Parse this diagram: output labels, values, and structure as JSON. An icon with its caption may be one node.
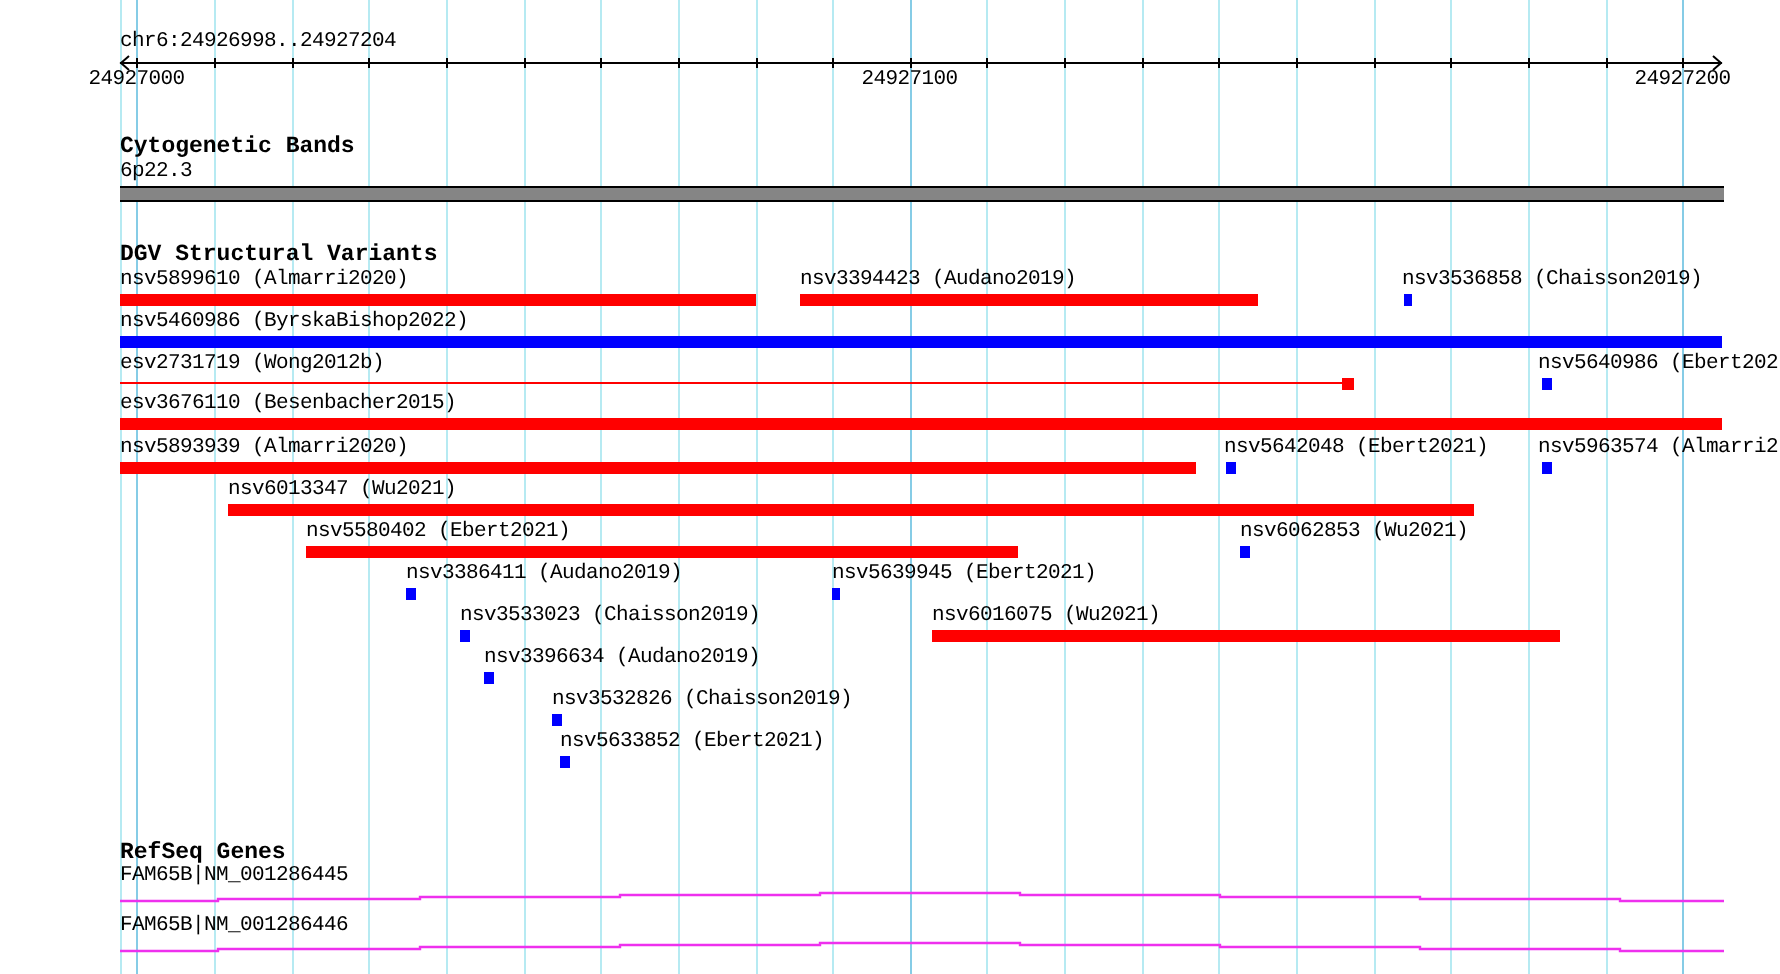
{
  "diagram": {
    "nodes": [
      {
        "text": [
          "6p22.3"
        ]
      },
      {
        "text": [
          "nsv5899610 (Almarri2020)"
        ]
      },
      {
        "text": [
          "nsv3394423 (Audano2019)"
        ]
      },
      {
        "text": [
          "nsv3536858 (Chaisson2019)"
        ]
      },
      {
        "text": [
          "nsv5460986 (ByrskaBishop2022)"
        ]
      },
      {
        "text": [
          "esv2731719 (Wong2012b)"
        ]
      },
      {
        "text": [
          "nsv5640986 (Ebert202"
        ]
      },
      {
        "text": [
          "esv3676110 (Besenbacher2015)"
        ]
      },
      {
        "text": [
          "nsv5893939 (Almarri2020)"
        ]
      },
      {
        "text": [
          "nsv5642048 (Ebert2021)"
        ]
      },
      {
        "text": [
          "nsv5963574 (Almarri2"
        ]
      },
      {
        "text": [
          "nsv6013347 (Wu2021)"
        ]
      },
      {
        "text": [
          "nsv5580402 (Ebert2021)"
        ]
      },
      {
        "text": [
          "nsv6062853 (Wu2021)"
        ]
      },
      {
        "text": [
          "nsv3386411 (Audano2019)"
        ]
      },
      {
        "text": [
          "nsv5639945 (Ebert2021)"
        ]
      },
      {
        "text": [
          "nsv3533023 (Chaisson2019)"
        ]
      },
      {
        "text": [
          "nsv6016075 (Wu2021)"
        ]
      },
      {
        "text": [
          "nsv3396634 (Audano2019)"
        ]
      },
      {
        "text": [
          "nsv3532826 (Chaisson2019)"
        ]
      },
      {
        "text": [
          "nsv5633852 (Ebert2021)"
        ]
      },
      {
        "text": [
          "FAM65B|NM_001286445"
        ]
      },
      {
        "text": [
          "FAM65B|NM_001286446"
        ]
      }
    ],
    "labels": [
      "chr6:24926998..24927204",
      "24927000",
      "24927100",
      "24927200",
      "Cytogenetic Bands",
      "DGV Structural Variants",
      "RefSeq Genes"
    ]
  }
}
